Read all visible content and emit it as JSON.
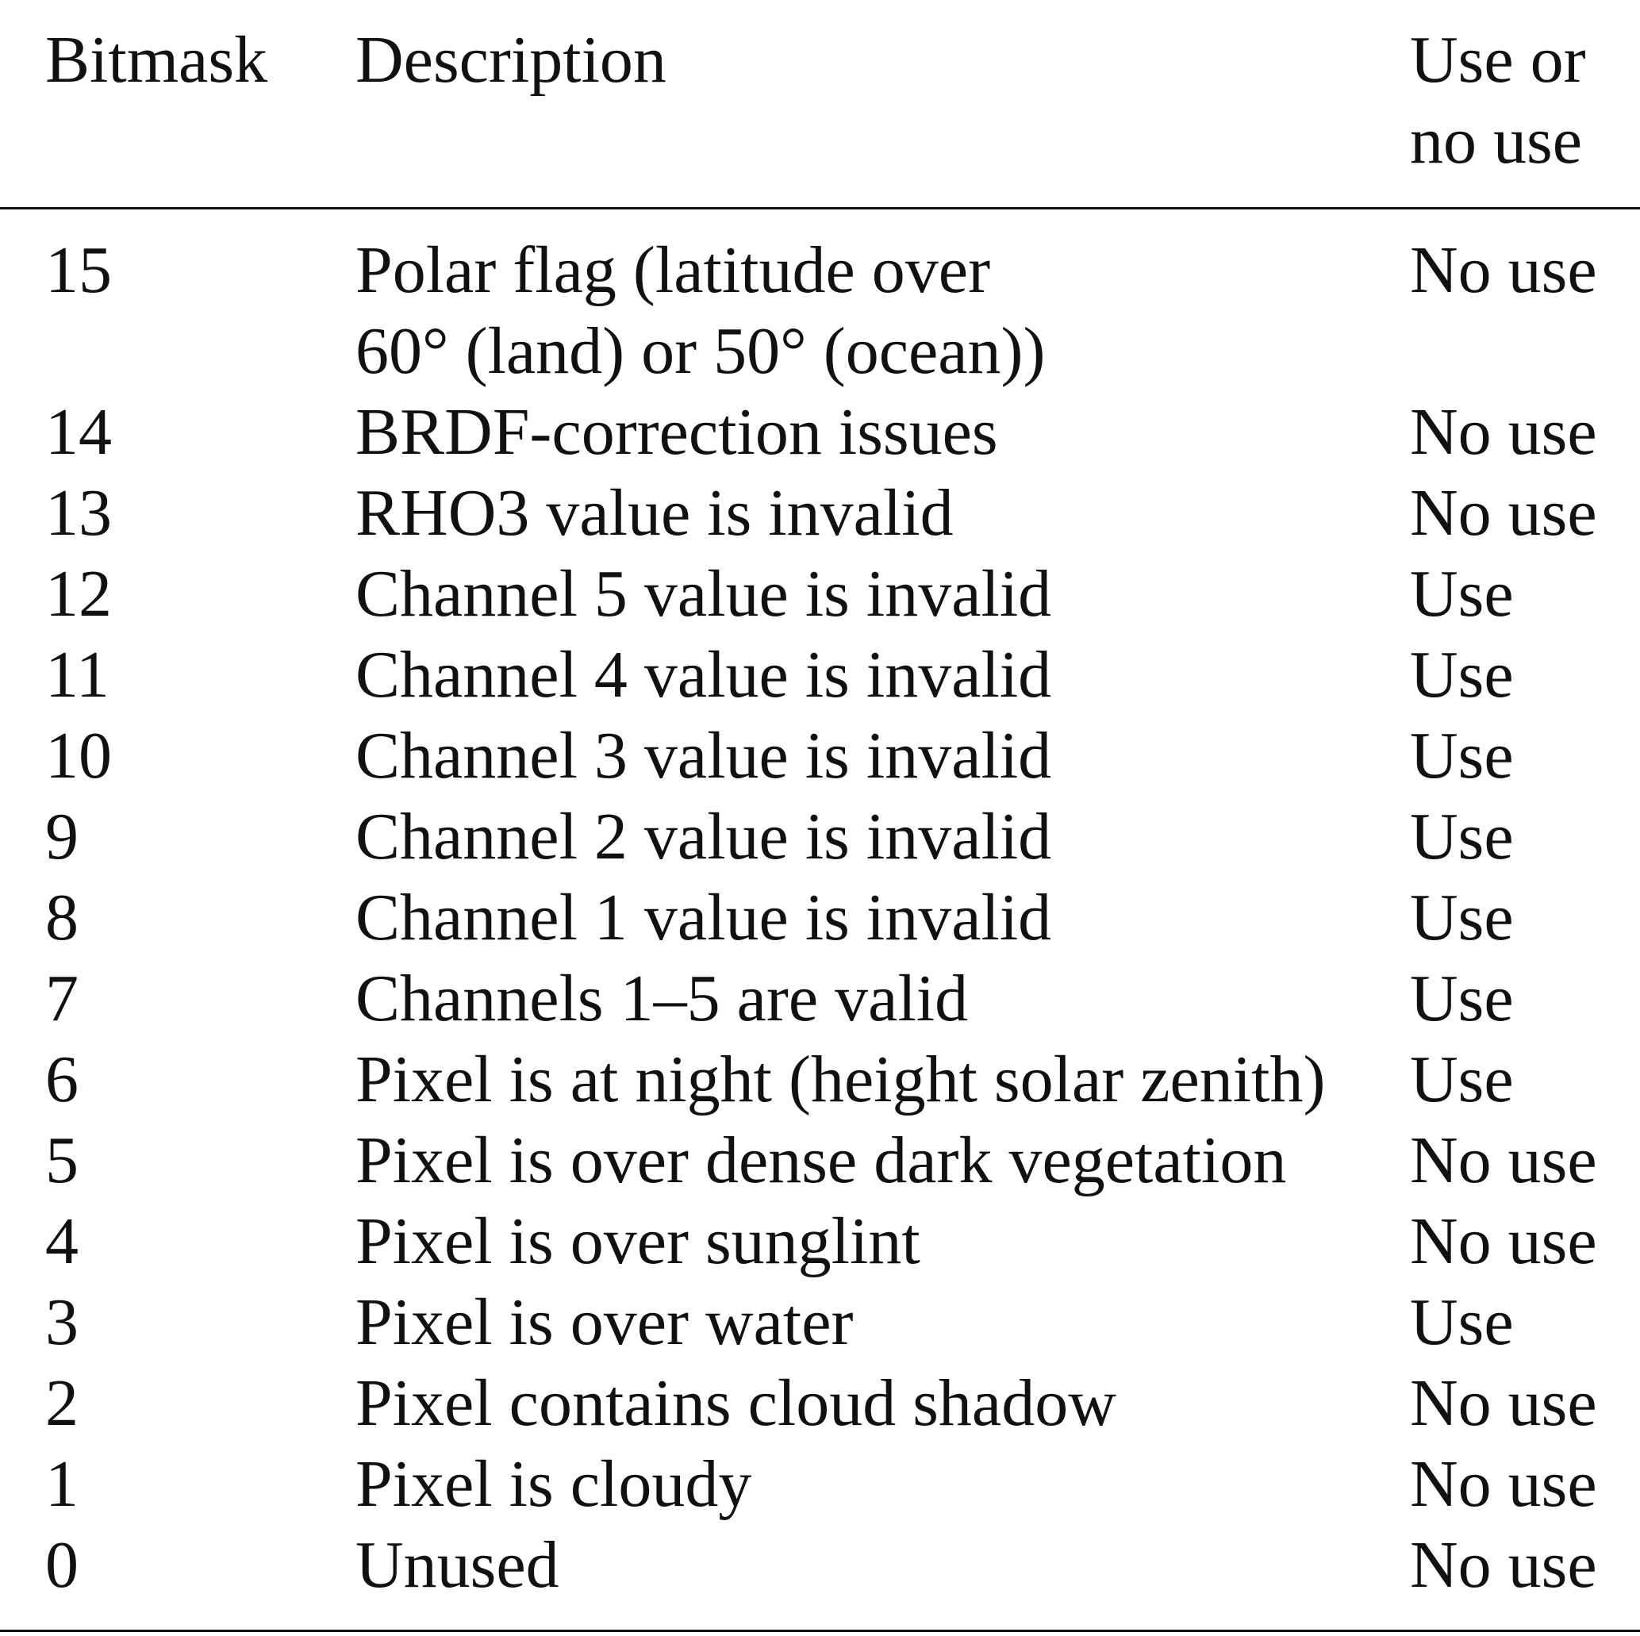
{
  "table": {
    "headers": [
      "Bitmask",
      "Description",
      "Use or no use"
    ],
    "rows": [
      {
        "bit": "15",
        "desc": "Polar flag (latitude over 60° (land) or 50° (ocean))",
        "use": "No use"
      },
      {
        "bit": "14",
        "desc": "BRDF-correction issues",
        "use": "No use"
      },
      {
        "bit": "13",
        "desc": "RHO3 value is invalid",
        "use": "No use"
      },
      {
        "bit": "12",
        "desc": "Channel 5 value is invalid",
        "use": "Use"
      },
      {
        "bit": "11",
        "desc": "Channel 4 value is invalid",
        "use": "Use"
      },
      {
        "bit": "10",
        "desc": "Channel 3 value is invalid",
        "use": "Use"
      },
      {
        "bit": "9",
        "desc": "Channel 2 value is invalid",
        "use": "Use"
      },
      {
        "bit": "8",
        "desc": "Channel 1 value is invalid",
        "use": "Use"
      },
      {
        "bit": "7",
        "desc": "Channels 1–5 are valid",
        "use": "Use"
      },
      {
        "bit": "6",
        "desc": "Pixel is at night (height solar zenith)",
        "use": "Use"
      },
      {
        "bit": "5",
        "desc": "Pixel is over dense dark vegetation",
        "use": "No use"
      },
      {
        "bit": "4",
        "desc": "Pixel is over sunglint",
        "use": "No use"
      },
      {
        "bit": "3",
        "desc": "Pixel is over water",
        "use": "Use"
      },
      {
        "bit": "2",
        "desc": "Pixel contains cloud shadow",
        "use": "No use"
      },
      {
        "bit": "1",
        "desc": "Pixel is cloudy",
        "use": "No use"
      },
      {
        "bit": "0",
        "desc": "Unused",
        "use": "No use"
      }
    ]
  }
}
